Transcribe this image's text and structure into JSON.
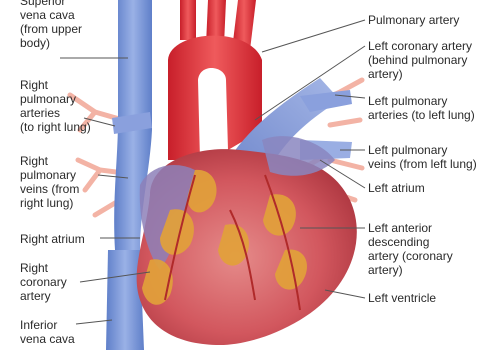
{
  "labels_left": {
    "superior_vena_cava": "Superior\nvena cava\n(from upper\nbody)",
    "right_pulmonary_arteries": "Right\npulmonary\narteries\n(to right lung)",
    "right_pulmonary_veins": "Right\npulmonary\nveins (from\nright lung)",
    "right_atrium": "Right atrium",
    "right_coronary_artery": "Right\ncoronary\nartery",
    "inferior_vena_cava": "Inferior\nvena cava"
  },
  "labels_right": {
    "pulmonary_artery": "Pulmonary artery",
    "left_coronary_artery": "Left coronary artery\n(behind pulmonary\nartery)",
    "left_pulmonary_arteries": "Left pulmonary\narteries (to left lung)",
    "left_pulmonary_veins": "Left pulmonary\nveins (from left lung)",
    "left_atrium": "Left atrium",
    "left_anterior_descending": "Left anterior\ndescending\nartery (coronary\nartery)",
    "left_ventricle": "Left ventricle"
  },
  "colors": {
    "vein_blue": "#7b97d8",
    "artery_red": "#e0323a",
    "heart_muscle": "#d2575e",
    "fat_orange": "#e2a13a",
    "lung_vessel_pink": "#f3b3a5",
    "leader_line": "#555555"
  }
}
